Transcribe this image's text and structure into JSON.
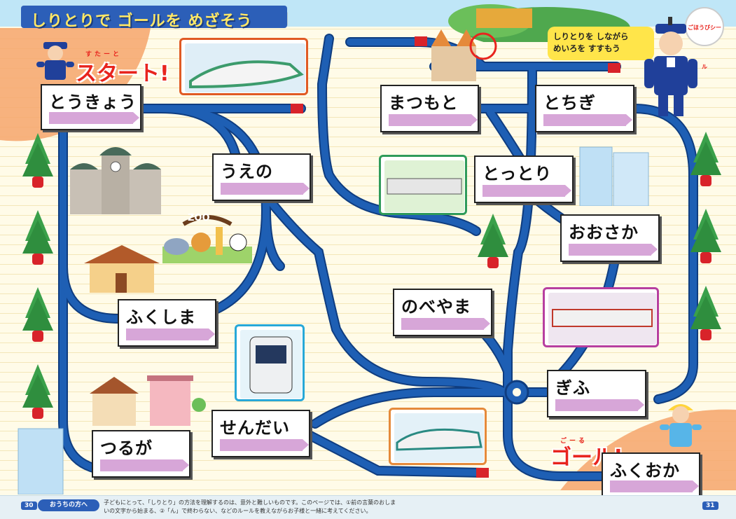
{
  "header": {
    "title": "しりとりで ゴールを めざそう"
  },
  "start": {
    "label": "スタート!",
    "ruby": "すたーと"
  },
  "goal": {
    "label": "ゴール!",
    "ruby": "ごーる"
  },
  "speech": {
    "line1": "しりとりを しながら",
    "line2": "めいろを すすもう"
  },
  "reward_badge": "ごほうびシール",
  "cards": {
    "tokyo": "とうきょう",
    "ueno": "うえの",
    "fukushima": "ふくしま",
    "tsuruga": "つるが",
    "sendai": "せんだい",
    "matsumoto": "まつもと",
    "tochigi": "とちぎ",
    "tottori": "とっとり",
    "oosaka": "おおさか",
    "nobeyama": "のべやま",
    "gifu": "ぎふ",
    "fukuoka": "ふくおか"
  },
  "zoo_sign": "ZOO",
  "footer": {
    "tag": "おうちの方へ",
    "text": "子どもにとって、「しりとり」の方法を理解するのは、意外と難しいものです。このページでは、①前の言葉のおしまいの文字から始まる、②「ん」で終わらない、などのルールを教えながらお子様と一緒に考えてください。",
    "page_left": "30",
    "page_right": "31"
  },
  "colors": {
    "track": "#1e5fb4",
    "track_edge": "#0f3d80",
    "title_bar": "#2c5fb8",
    "title_text": "#ffe866",
    "accent_red": "#e8241e",
    "answer_bar": "#d7a6d8",
    "start_zone": "#f6a56b",
    "goal_zone": "#f6a56b",
    "speech": "#ffe54a"
  }
}
